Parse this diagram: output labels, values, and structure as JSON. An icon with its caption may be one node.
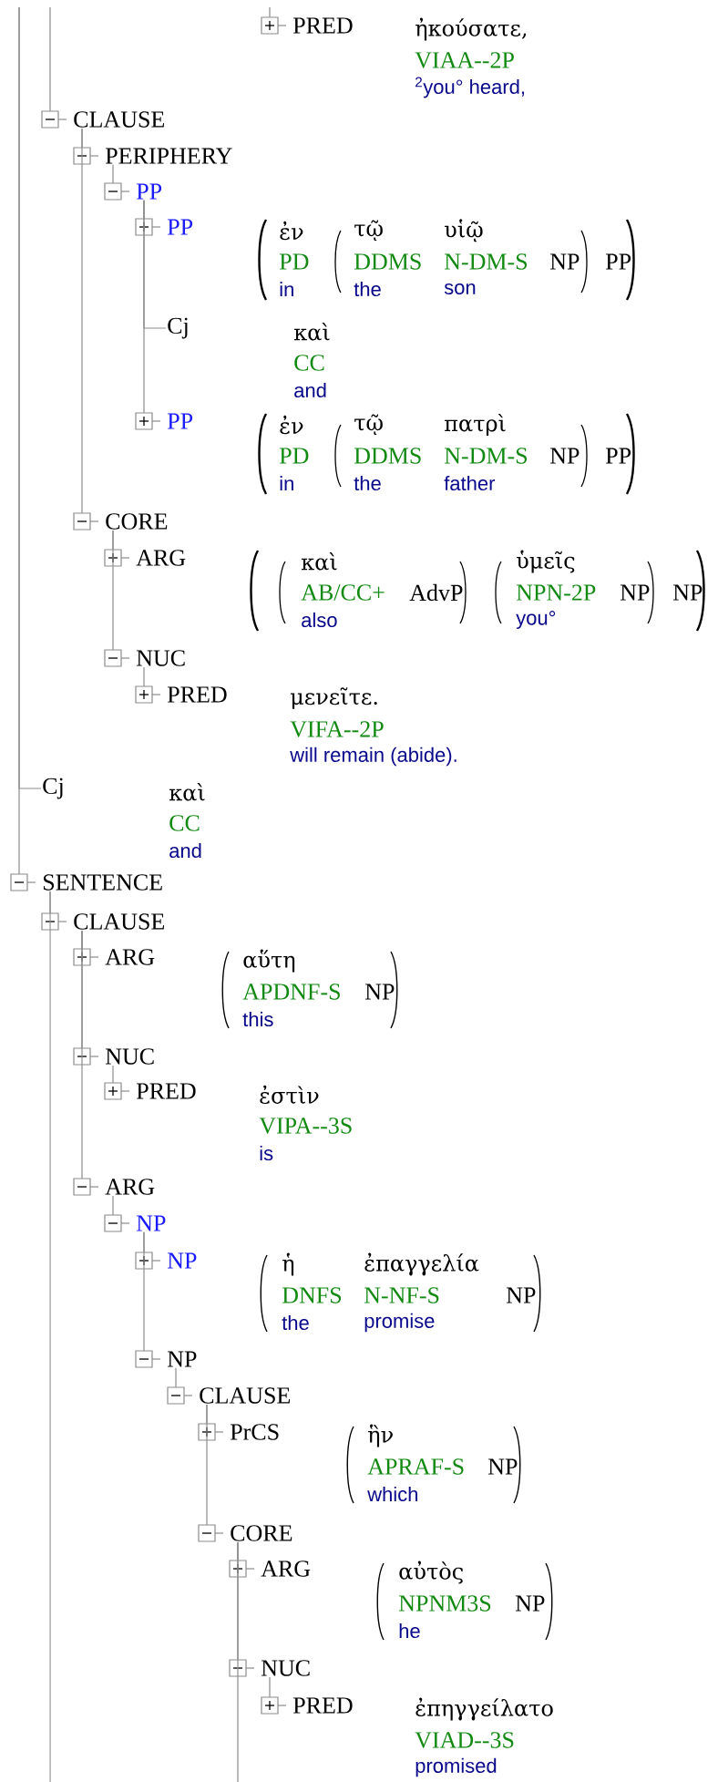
{
  "diagram": {
    "nodes": [
      {
        "text": [
          "PRED"
        ],
        "beside": [
          "ἠκούσατε,",
          "VIAA--2P",
          "$^{2}$you° heard,"
        ]
      },
      {
        "text": [
          "CLAUSE"
        ]
      },
      {
        "text": [
          "PERIPHERY"
        ]
      },
      {
        "text": [
          "PP"
        ]
      },
      {
        "text": [
          "PP"
        ],
        "beside": [
          "ἐν",
          "PD",
          "in",
          "τῷ",
          "DDMS",
          "the",
          "υἱῷ",
          "N-DM-S",
          "son",
          "NP",
          "PP"
        ]
      },
      {
        "text": [
          "Cj"
        ],
        "beside": [
          "καὶ",
          "CC",
          "and"
        ]
      },
      {
        "text": [
          "PP"
        ],
        "beside": [
          "ἐν",
          "PD",
          "in",
          "τῷ",
          "DDMS",
          "the",
          "πατρὶ",
          "N-DM-S",
          "father",
          "NP",
          "PP"
        ]
      },
      {
        "text": [
          "CORE"
        ]
      },
      {
        "text": [
          "ARG"
        ],
        "beside": [
          "καὶ",
          "AB/CC+",
          "also",
          "AdvP",
          "ὑμεῖς",
          "NPN-2P",
          "you°",
          "NP",
          "NP"
        ]
      },
      {
        "text": [
          "NUC"
        ]
      },
      {
        "text": [
          "PRED"
        ],
        "beside": [
          "μενεῖτε.",
          "VIFA--2P",
          "will remain (abide)."
        ]
      },
      {
        "text": [
          "Cj"
        ],
        "beside": [
          "καὶ",
          "CC",
          "and"
        ]
      },
      {
        "text": [
          "SENTENCE"
        ]
      },
      {
        "text": [
          "CLAUSE"
        ]
      },
      {
        "text": [
          "ARG"
        ],
        "beside": [
          "αὕτη",
          "APDNF-S",
          "this",
          "NP"
        ]
      },
      {
        "text": [
          "NUC"
        ]
      },
      {
        "text": [
          "PRED"
        ],
        "beside": [
          "ἐστὶν",
          "VIPA--3S",
          "is"
        ]
      },
      {
        "text": [
          "ARG"
        ]
      },
      {
        "text": [
          "NP"
        ]
      },
      {
        "text": [
          "NP"
        ],
        "beside": [
          "ἡ",
          "DNFS",
          "the",
          "ἐπαγγελία",
          "N-NF-S",
          "promise",
          "NP"
        ]
      },
      {
        "text": [
          "NP"
        ]
      },
      {
        "text": [
          "CLAUSE"
        ]
      },
      {
        "text": [
          "PrCS"
        ],
        "beside": [
          "ἣν",
          "APRAF-S",
          "which",
          "NP"
        ]
      },
      {
        "text": [
          "CORE"
        ]
      },
      {
        "text": [
          "ARG"
        ],
        "beside": [
          "αὐτὸς",
          "NPNM3S",
          "he",
          "NP"
        ]
      },
      {
        "text": [
          "NUC"
        ]
      },
      {
        "text": [
          "PRED"
        ],
        "beside": [
          "ἐπηγγείλατο",
          "VIAD--3S",
          "promised"
        ]
      }
    ],
    "edges": [
      {
        "from": null,
        "to": 0,
        "arrow": "none"
      },
      {
        "from": null,
        "to": 1,
        "arrow": "none"
      },
      {
        "from": 1,
        "to": 2,
        "arrow": "none"
      },
      {
        "from": 2,
        "to": 3,
        "arrow": "none"
      },
      {
        "from": 3,
        "to": 4,
        "arrow": "none"
      },
      {
        "from": 3,
        "to": 5,
        "arrow": "none"
      },
      {
        "from": 3,
        "to": 6,
        "arrow": "none"
      },
      {
        "from": 1,
        "to": 7,
        "arrow": "none"
      },
      {
        "from": 7,
        "to": 8,
        "arrow": "none"
      },
      {
        "from": 7,
        "to": 9,
        "arrow": "none"
      },
      {
        "from": 9,
        "to": 10,
        "arrow": "none"
      },
      {
        "from": null,
        "to": 11,
        "arrow": "none"
      },
      {
        "from": null,
        "to": 12,
        "arrow": "none"
      },
      {
        "from": 12,
        "to": 13,
        "arrow": "none"
      },
      {
        "from": 13,
        "to": 14,
        "arrow": "none"
      },
      {
        "from": 13,
        "to": 15,
        "arrow": "none"
      },
      {
        "from": 15,
        "to": 16,
        "arrow": "none"
      },
      {
        "from": 13,
        "to": 17,
        "arrow": "none"
      },
      {
        "from": 17,
        "to": 18,
        "arrow": "none"
      },
      {
        "from": 18,
        "to": 19,
        "arrow": "none"
      },
      {
        "from": 18,
        "to": 20,
        "arrow": "none"
      },
      {
        "from": 20,
        "to": 21,
        "arrow": "none"
      },
      {
        "from": 21,
        "to": 22,
        "arrow": "none"
      },
      {
        "from": 21,
        "to": 23,
        "arrow": "none"
      },
      {
        "from": 23,
        "to": 24,
        "arrow": "none"
      },
      {
        "from": 23,
        "to": 25,
        "arrow": "none"
      },
      {
        "from": 25,
        "to": 26,
        "arrow": "none"
      },
      {
        "from": 12,
        "to": null,
        "arrow": "none"
      },
      {
        "from": 23,
        "to": null,
        "arrow": "none"
      }
    ]
  }
}
